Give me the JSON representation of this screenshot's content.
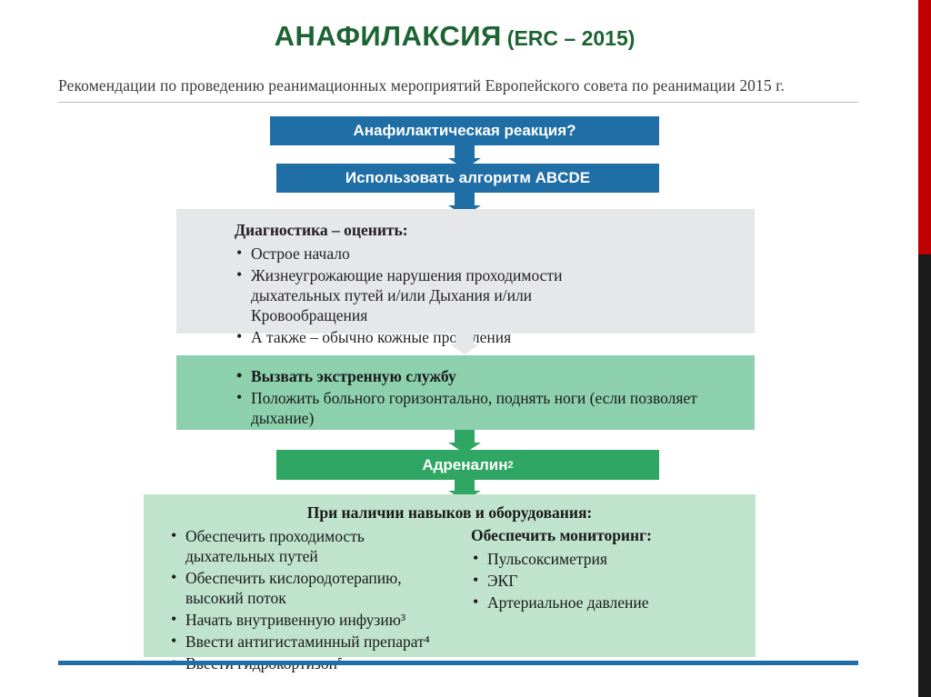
{
  "slide": {
    "title_main": "АНАФИЛАКСИЯ",
    "title_sub": "(ERC – 2015)",
    "subtitle": "Рекомендации по проведению реанимационных мероприятий Европейского совета по реанимации 2015 г.",
    "accent_green": "#1d6433",
    "accent_blue": "#1f6ea5",
    "accent_red": "#c00000"
  },
  "chart_data": {
    "type": "flowchart",
    "title": "АНАФИЛАКСИЯ (ERC – 2015)",
    "nodes": [
      {
        "id": "n1",
        "style": "blue",
        "text": "Анафилактическая реакция?"
      },
      {
        "id": "n2",
        "style": "blue",
        "text": "Использовать алгоритм ABCDE"
      },
      {
        "id": "n3",
        "style": "grey",
        "heading": "Диагностика – оценить:",
        "items": [
          "Острое начало",
          "Жизнеугрожающие нарушения проходимости дыхательных путей и/или Дыхания и/или Кровообращения",
          "А также – обычно кожные проявления"
        ]
      },
      {
        "id": "n4",
        "style": "green-light",
        "items": [
          "Вызвать экстренную службу",
          "Положить больного горизонтально, поднять ноги (если позволяет дыхание)"
        ]
      },
      {
        "id": "n5",
        "style": "green-solid",
        "text": "Адреналин",
        "superscript": "2"
      },
      {
        "id": "n6",
        "style": "green-pale",
        "heading": "При наличии навыков и оборудования:",
        "left_items": [
          "Обеспечить проходимость дыхательных путей",
          "Обеспечить кислородотерапию, высокий поток",
          "Начать внутривенную инфузию³",
          "Ввести антигистаминный препарат⁴",
          "Ввести гидрокортизон⁵"
        ],
        "right_heading": "Обеспечить мониторинг:",
        "right_items": [
          "Пульсоксиметрия",
          "ЭКГ",
          "Артериальное давление"
        ]
      }
    ],
    "edges": [
      {
        "from": "n1",
        "to": "n2",
        "color": "#1f6ea5"
      },
      {
        "from": "n2",
        "to": "n3",
        "color": "#1f6ea5"
      },
      {
        "from": "n3",
        "to": "n4",
        "color": "#e6e7e8"
      },
      {
        "from": "n4",
        "to": "n5",
        "color": "#2fa664"
      },
      {
        "from": "n5",
        "to": "n6",
        "color": "#2fa664"
      }
    ]
  }
}
